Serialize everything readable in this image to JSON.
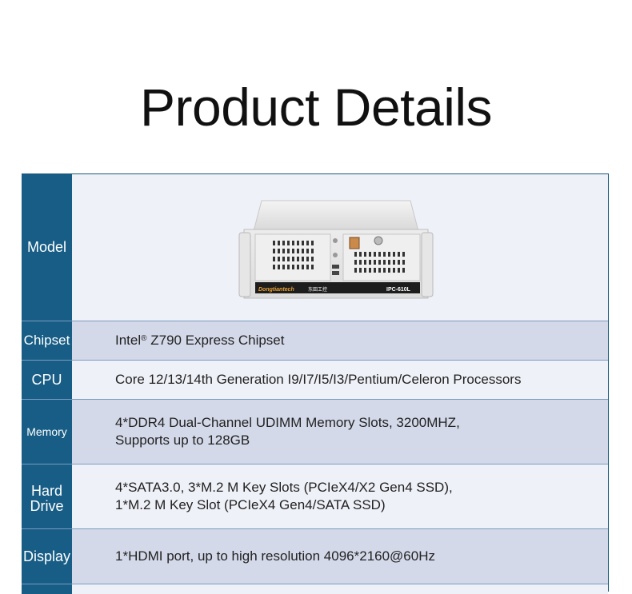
{
  "page": {
    "title": "Product Details"
  },
  "specs": {
    "model": {
      "label": "Model",
      "bezel_brand": "Dongtiantech",
      "bezel_model": "IPC-610L",
      "bezel_logo": "东田工控"
    },
    "chipset": {
      "label": "Chipset",
      "value_prefix": "Intel",
      "value_mark": "®",
      "value_suffix": " Z790 Express Chipset"
    },
    "cpu": {
      "label": "CPU",
      "value": "Core 12/13/14th Generation I9/I7/I5/I3/Pentium/Celeron Processors"
    },
    "memory": {
      "label": "Memory",
      "line1": "4*DDR4 Dual-Channel UDIMM Memory Slots, 3200MHZ,",
      "line2": "Supports up to 128GB"
    },
    "hard_drive": {
      "label_line1": "Hard",
      "label_line2": "Drive",
      "line1": "4*SATA3.0, 3*M.2 M Key Slots (PCIeX4/X2 Gen4 SSD),",
      "line2": "1*M.2 M Key Slot (PCIeX4 Gen4/SATA SSD)"
    },
    "display": {
      "label": "Display",
      "value": "1*HDMI port, up to high resolution 4096*2160@60Hz"
    }
  }
}
